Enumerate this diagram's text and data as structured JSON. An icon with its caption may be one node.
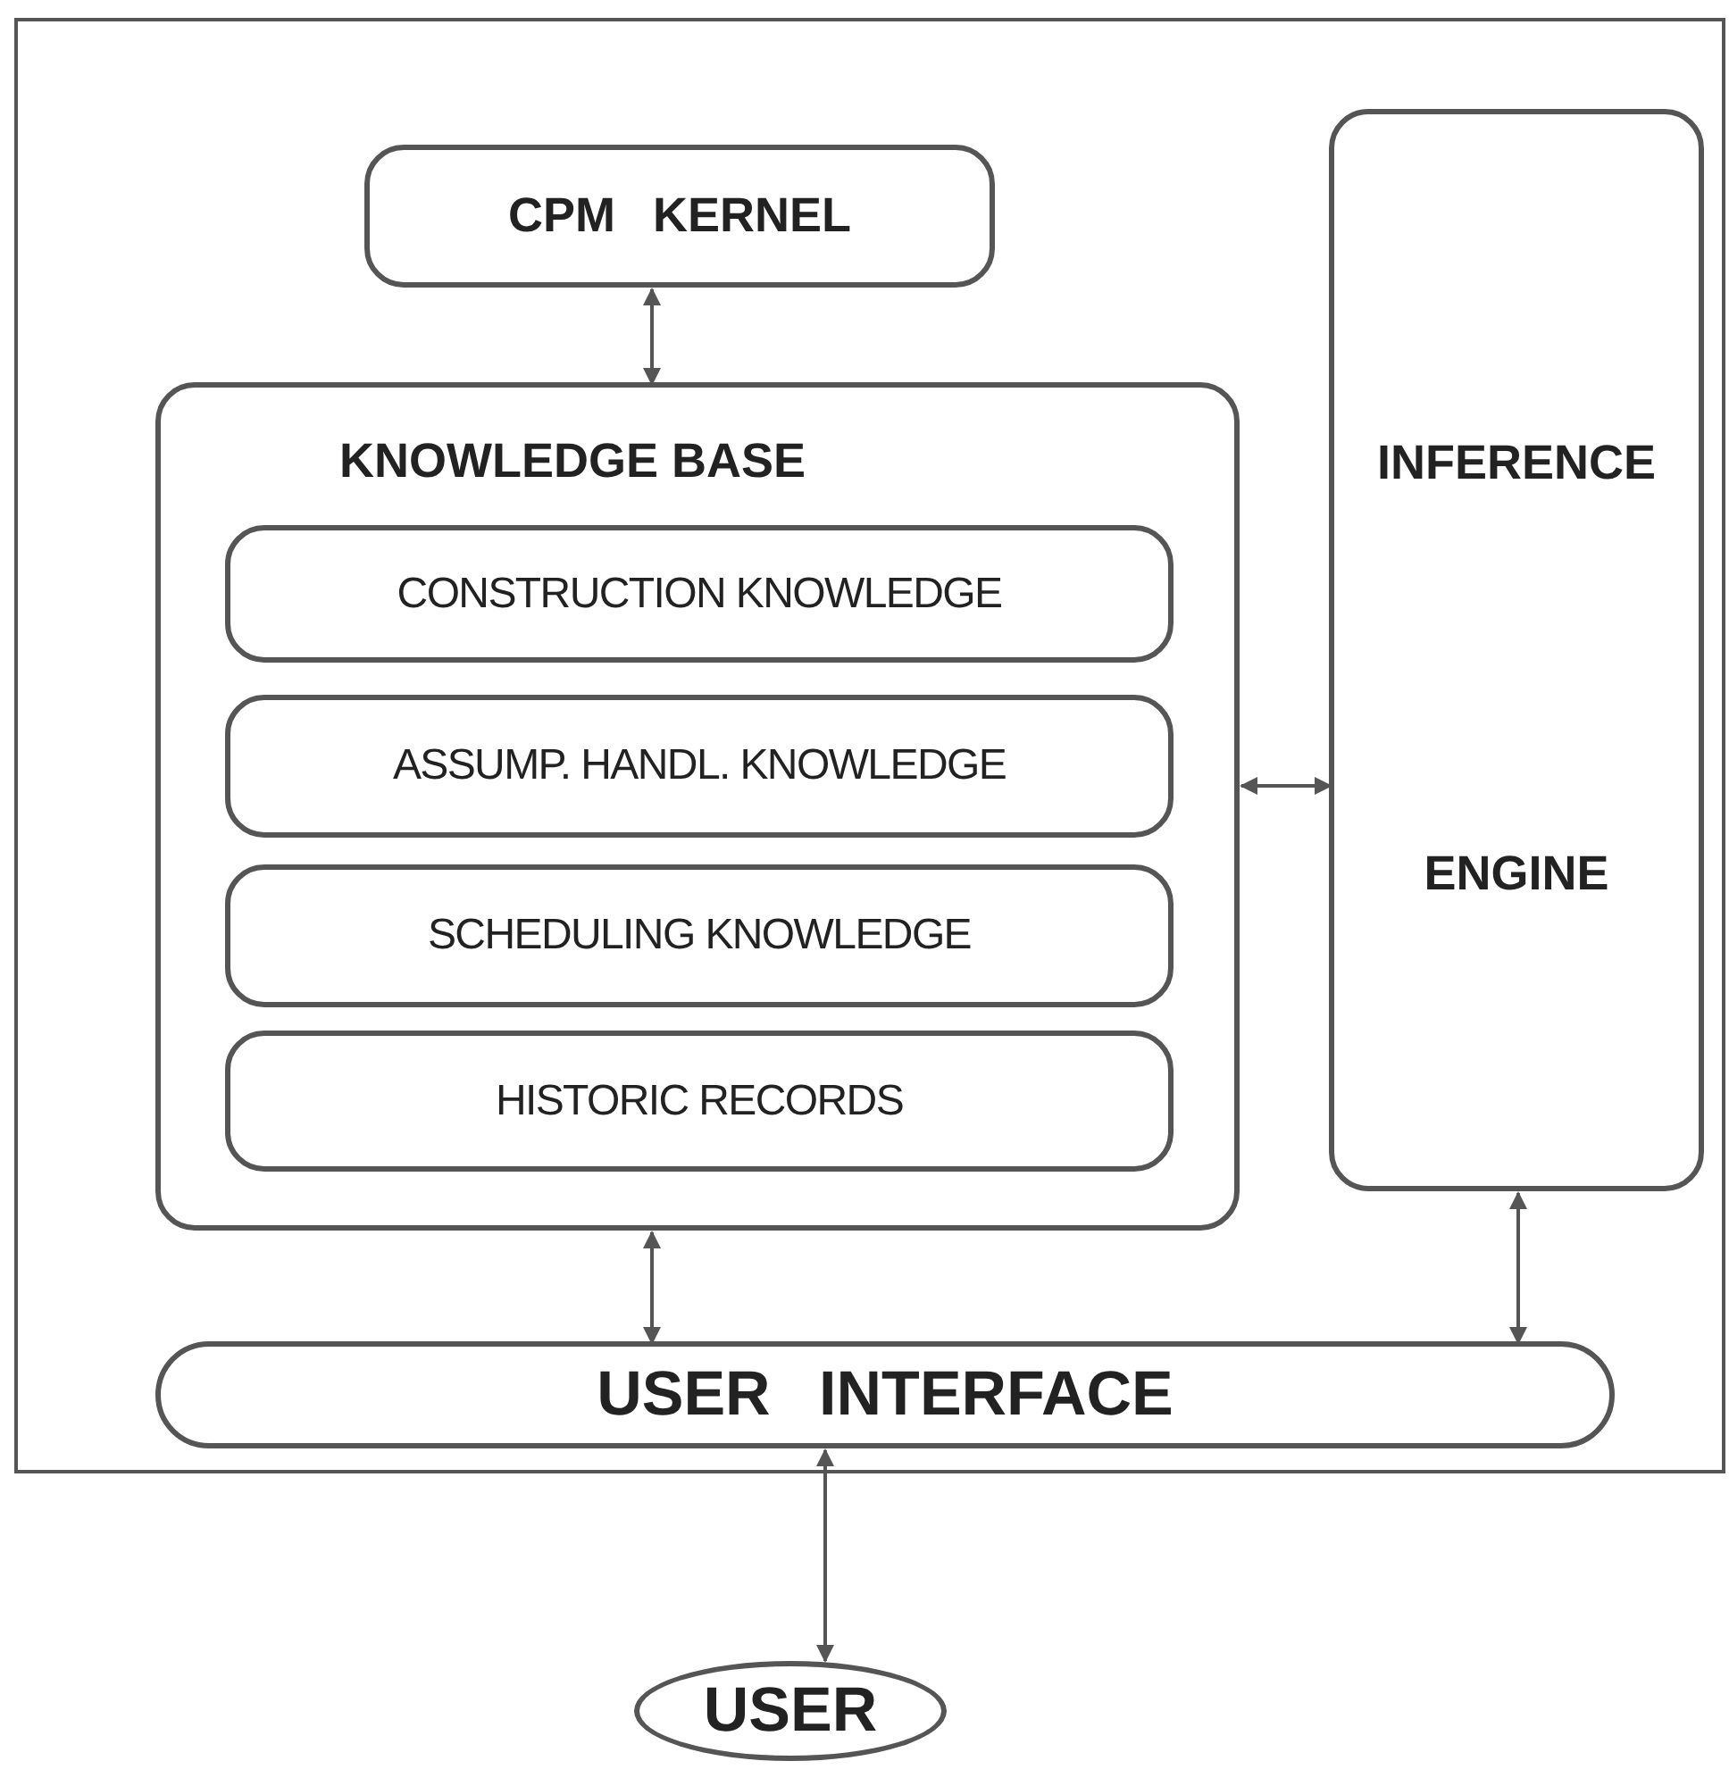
{
  "diagram": {
    "nodes": [
      {
        "text": [],
        "shape": "box"
      },
      {
        "text": [
          "CPM KERNEL"
        ],
        "in": 0
      },
      {
        "text": [
          "KNOWLEDGE BASE"
        ],
        "in": 0
      },
      {
        "text": [
          "CONSTRUCTION KNOWLEDGE"
        ],
        "in": 2
      },
      {
        "text": [
          "ASSUMP. HANDL. KNOWLEDGE"
        ],
        "in": 2
      },
      {
        "text": [
          "SCHEDULING KNOWLEDGE"
        ],
        "in": 2
      },
      {
        "text": [
          "HISTORIC RECORDS"
        ],
        "in": 2
      },
      {
        "text": [
          "INFERENCE",
          "ENGINE"
        ],
        "in": 0
      },
      {
        "text": [
          "USER INTERFACE"
        ],
        "in": 0
      },
      {
        "text": [
          "USER"
        ]
      }
    ],
    "edges": [
      {
        "from": 1,
        "to": 2,
        "arrow": "both"
      },
      {
        "from": 2,
        "to": 7,
        "arrow": "both"
      },
      {
        "from": 2,
        "to": 8,
        "arrow": "both"
      },
      {
        "from": 7,
        "to": 8,
        "arrow": "both"
      },
      {
        "from": 8,
        "to": 9,
        "arrow": "both"
      }
    ]
  }
}
